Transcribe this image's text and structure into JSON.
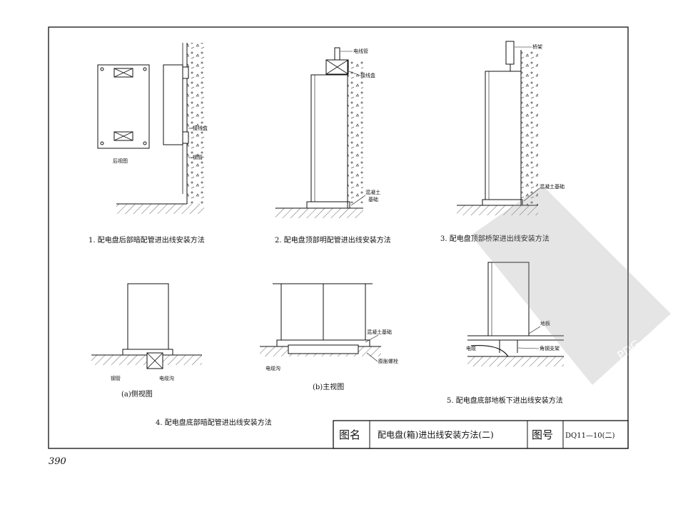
{
  "diagrams": [
    {
      "caption": "1. 配电盘后部暗配管进出线安装方法",
      "labels": [
        "后视图",
        "接线盒",
        "钢管"
      ]
    },
    {
      "caption": "2. 配电盘顶部明配管进出线安装方法",
      "labels": [
        "电线管",
        "接线盒",
        "混凝土",
        "基础"
      ]
    },
    {
      "caption": "3. 配电盘顶部桥架进出线安装方法",
      "labels": [
        "桥架",
        "混凝土基础"
      ]
    },
    {
      "caption": "4. 配电盘底部暗配管进出线安装方法",
      "sub_a": "(a)侧视图",
      "sub_b": "(b)主视图",
      "labels_a": [
        "钢管",
        "电缆沟"
      ],
      "labels_b": [
        "混凝土基础",
        "电缆沟",
        "膨胀螺栓"
      ]
    },
    {
      "caption": "5. 配电盘底部地板下进出线安装方法",
      "labels": [
        "地板",
        "电缆",
        "角钢支架"
      ]
    }
  ],
  "title_block": {
    "name_label": "图名",
    "name_value": "配电盘(箱)进出线安装方法(二)",
    "number_label": "图号",
    "number_value": "DQ11—10(二)"
  },
  "watermark": "PDG",
  "page_number": "390"
}
